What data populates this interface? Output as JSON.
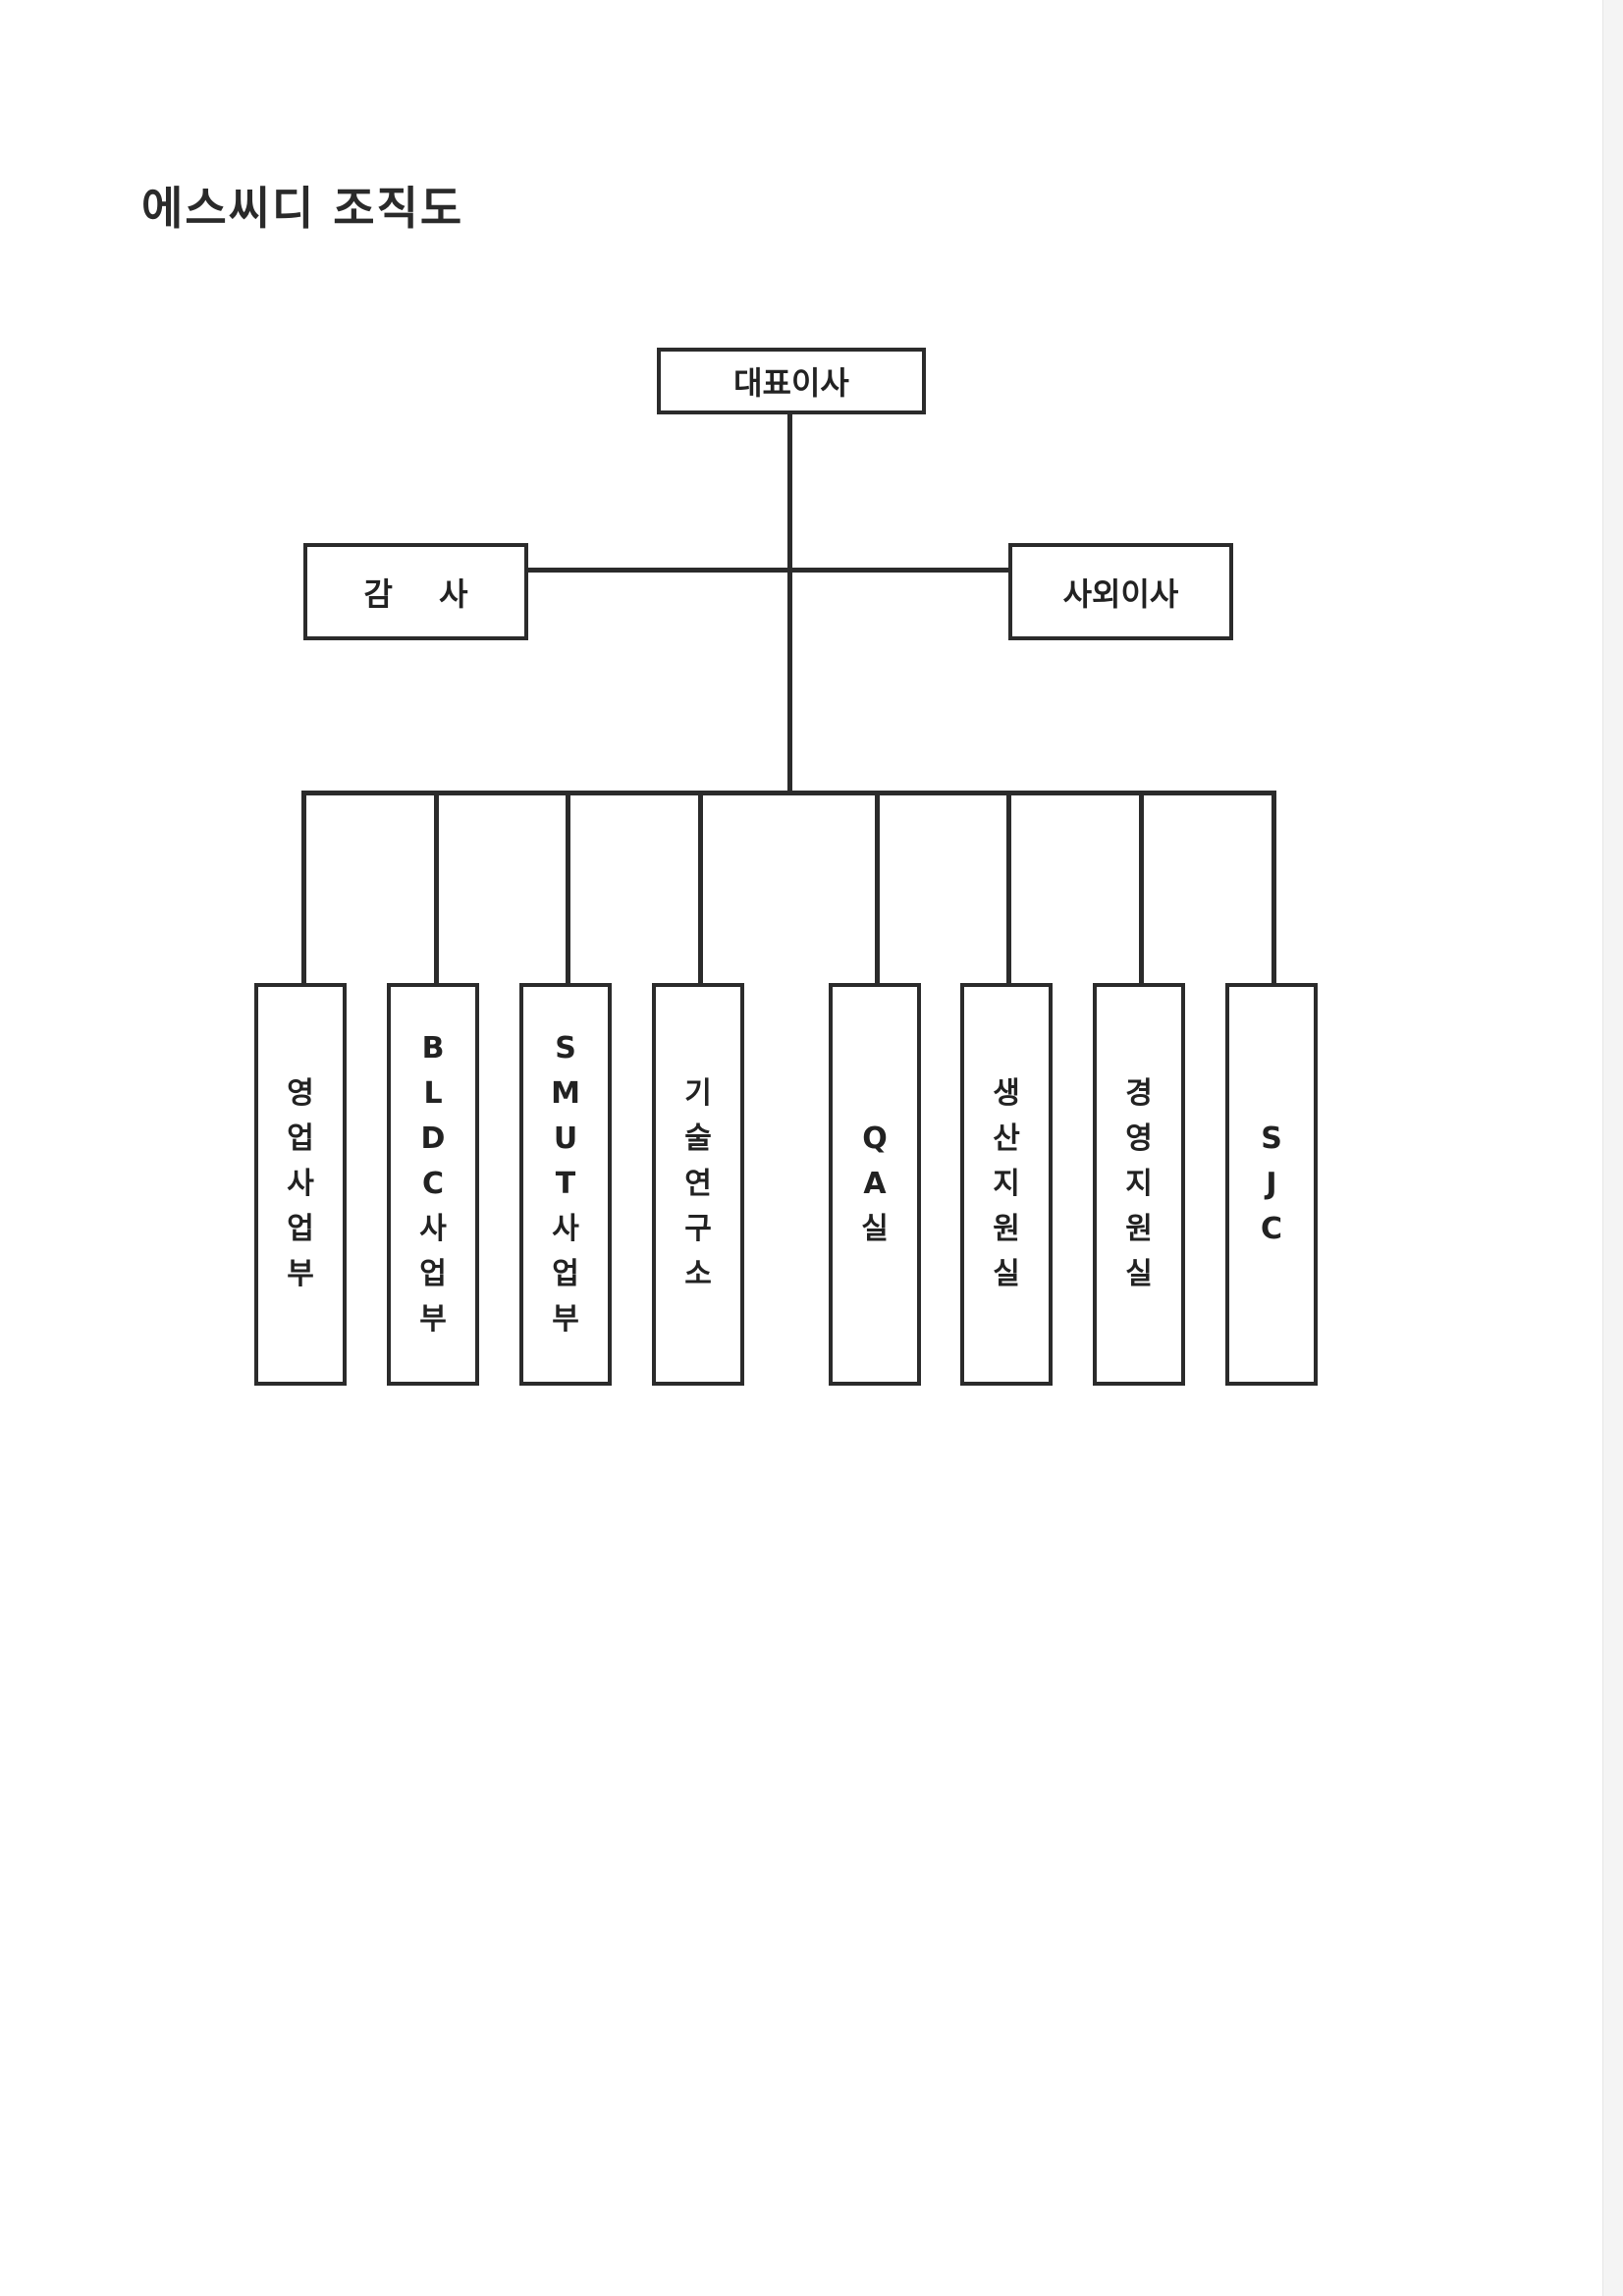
{
  "title": "에스씨디 조직도",
  "org": {
    "ceo": "대표이사",
    "auditor": "감 사",
    "outside_director": "사외이사",
    "departments": [
      {
        "id": "sales",
        "chars": [
          "영",
          "업",
          "사",
          "업",
          "부"
        ]
      },
      {
        "id": "bldc",
        "chars": [
          "B",
          "L",
          "D",
          "C",
          "사",
          "업",
          "부"
        ]
      },
      {
        "id": "smut",
        "chars": [
          "S",
          "M",
          "U",
          "T",
          "사",
          "업",
          "부"
        ]
      },
      {
        "id": "rnd",
        "chars": [
          "기",
          "술",
          "연",
          "구",
          "소"
        ]
      },
      {
        "id": "qa",
        "chars": [
          "Q",
          "A",
          "실"
        ]
      },
      {
        "id": "production-support",
        "chars": [
          "생",
          "산",
          "지",
          "원",
          "실"
        ]
      },
      {
        "id": "management-support",
        "chars": [
          "경",
          "영",
          "지",
          "원",
          "실"
        ]
      },
      {
        "id": "sjc",
        "chars": [
          "S",
          "J",
          "C"
        ]
      }
    ]
  }
}
